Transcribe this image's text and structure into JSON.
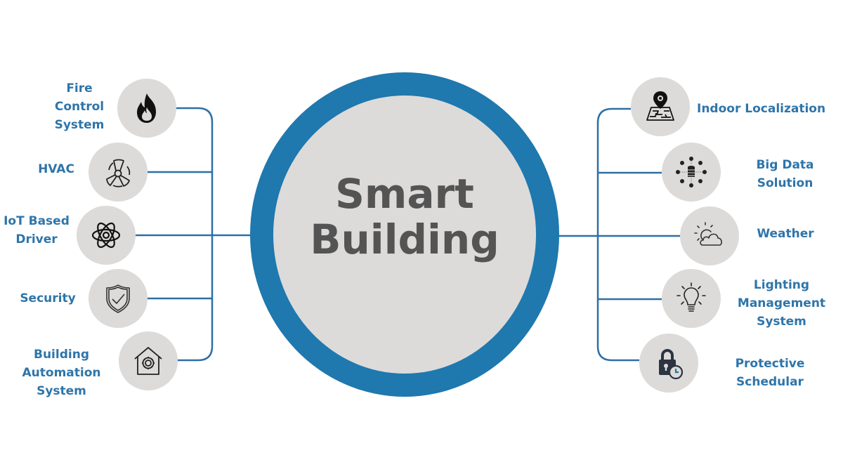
{
  "center": {
    "title_line1": "Smart",
    "title_line2": "Building"
  },
  "colors": {
    "ring": "#1f78ae",
    "circle_fill": "#dcdbd9",
    "label_text": "#2e75aa",
    "center_text": "#545454",
    "connector": "#2e6fa6",
    "icon_stroke": "#222222"
  },
  "left_nodes": [
    {
      "label_lines": [
        "Fire",
        "Control",
        "System"
      ],
      "icon": "fire-icon"
    },
    {
      "label_lines": [
        "HVAC"
      ],
      "icon": "fan-icon"
    },
    {
      "label_lines": [
        "IoT Based",
        "Driver"
      ],
      "icon": "atom-icon"
    },
    {
      "label_lines": [
        "Security"
      ],
      "icon": "shield-check-icon"
    },
    {
      "label_lines": [
        "Building",
        "Automation",
        "System"
      ],
      "icon": "house-gear-icon"
    }
  ],
  "right_nodes": [
    {
      "label_lines": [
        "Indoor Localization"
      ],
      "icon": "map-pin-icon"
    },
    {
      "label_lines": [
        "Big Data",
        "Solution"
      ],
      "icon": "database-network-icon"
    },
    {
      "label_lines": [
        "Weather"
      ],
      "icon": "sun-cloud-icon"
    },
    {
      "label_lines": [
        "Lighting",
        "Management",
        "System"
      ],
      "icon": "lightbulb-icon"
    },
    {
      "label_lines": [
        "Protective",
        "Schedular"
      ],
      "icon": "lock-clock-icon"
    }
  ]
}
